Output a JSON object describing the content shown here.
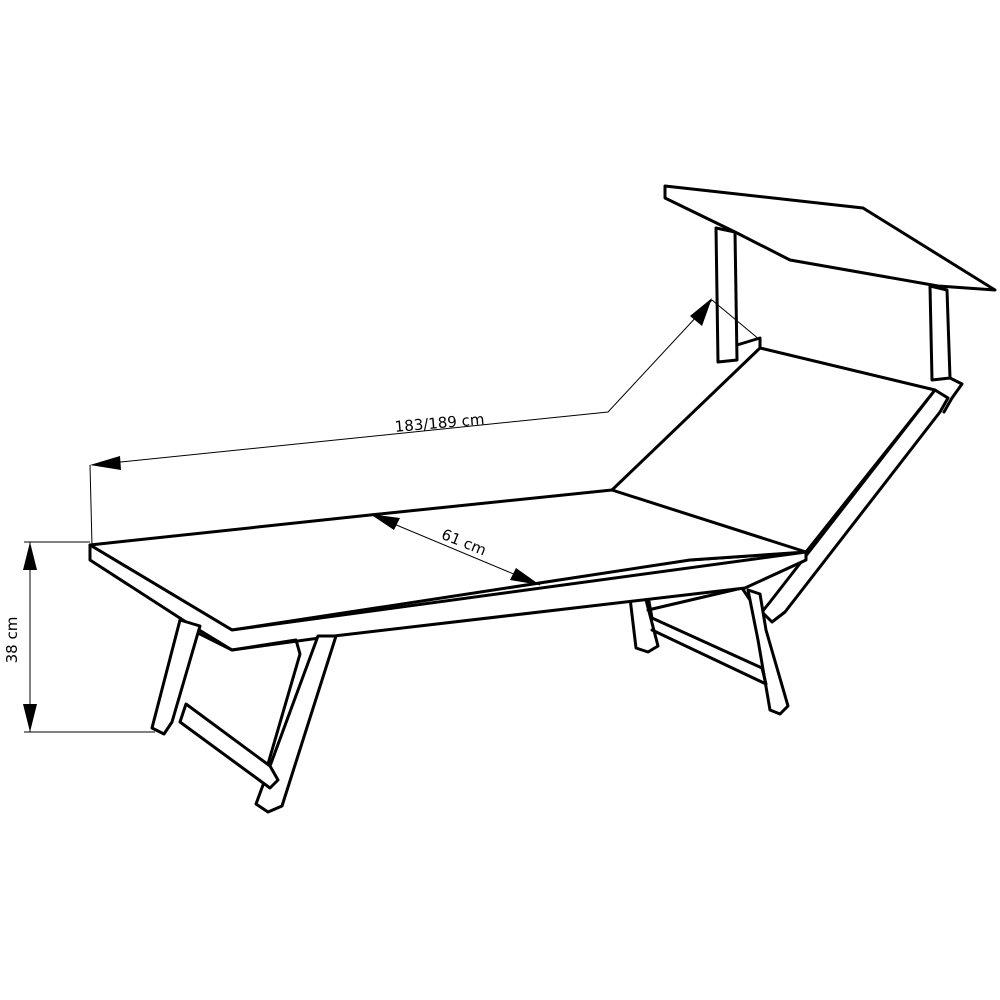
{
  "diagram": {
    "subject": "sun lounger with canopy",
    "dimensions": {
      "length": "183/189 cm",
      "width": "61 cm",
      "height": "38 cm"
    },
    "colors": {
      "stroke": "#000000",
      "background": "#ffffff"
    }
  }
}
